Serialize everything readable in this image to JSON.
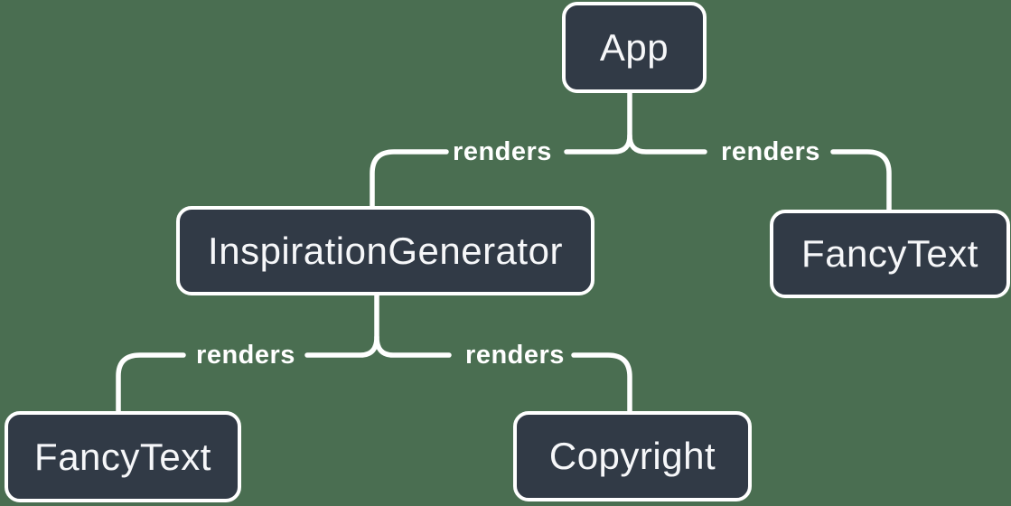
{
  "colors": {
    "background_color": "#4A6E51",
    "node_fill": "#313A46",
    "node_border": "#FFFFFF",
    "edge_stroke": "#FFFFFF",
    "node_text": "#F6F7F9",
    "label_text": "#FFFFFF"
  },
  "diagram": {
    "type": "render-tree",
    "nodes": [
      {
        "id": "app",
        "label": "App"
      },
      {
        "id": "inspiration-generator",
        "label": "InspirationGenerator"
      },
      {
        "id": "fancy-text-right",
        "label": "FancyText"
      },
      {
        "id": "fancy-text-left",
        "label": "FancyText"
      },
      {
        "id": "copyright",
        "label": "Copyright"
      }
    ],
    "edges": [
      {
        "from": "App",
        "to": "InspirationGenerator",
        "label": "renders"
      },
      {
        "from": "App",
        "to": "FancyText",
        "label": "renders"
      },
      {
        "from": "InspirationGenerator",
        "to": "FancyText",
        "label": "renders"
      },
      {
        "from": "InspirationGenerator",
        "to": "Copyright",
        "label": "renders"
      }
    ]
  }
}
